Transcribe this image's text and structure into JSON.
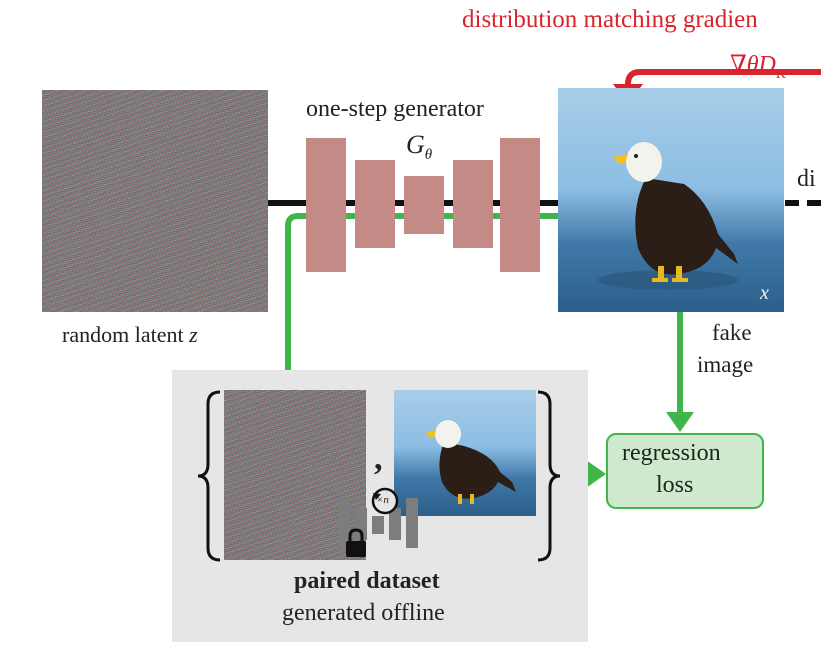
{
  "top_label": "distribution matching gradien",
  "gradient_symbol": "∇θD",
  "gradient_subscript": "K",
  "generator_title": "one-step generator",
  "generator_symbol": "G",
  "generator_subscript": "θ",
  "latent_label": "random latent ",
  "latent_var": "z",
  "fake_image_line1": "fake",
  "fake_image_line2": "image",
  "image_var": "x",
  "right_cut_text": "di",
  "regression_line1": "regression",
  "regression_line2": "loss",
  "dataset_title": "paired dataset",
  "dataset_subtitle": "generated offline",
  "comma": ",",
  "repeat_label": "×n",
  "colors": {
    "red": "#d9232c",
    "green": "#3fb54a",
    "generator": "#c48a86",
    "panel": "#e6e6e6",
    "loss_fill": "#cfe9cc",
    "loss_border": "#3fb54a"
  }
}
